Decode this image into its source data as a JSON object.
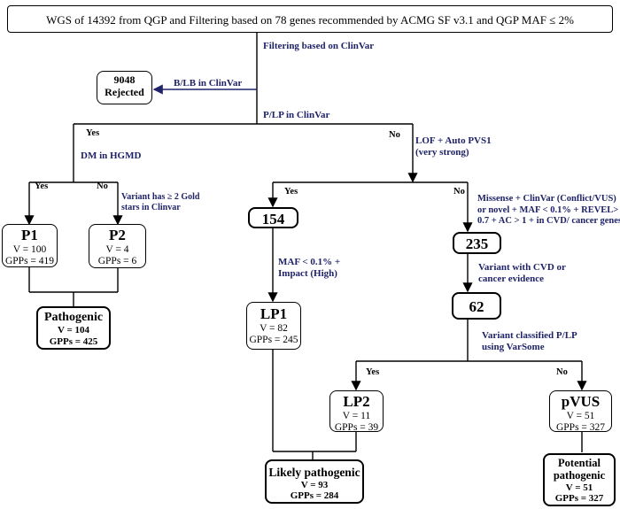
{
  "top_box": "WGS of 14392 from QGP and Filtering based on 78 genes recommended by ACMG SF v3.1 and QGP MAF ≤ 2%",
  "edges": {
    "filter_clinvar": "Filtering based on ClinVar",
    "blb": "B/LB in ClinVar",
    "plp": "P/LP in ClinVar",
    "dm_hgmd": "DM in HGMD",
    "gold_stars": [
      "Variant has ≥ 2 Gold",
      "stars in Clinvar"
    ],
    "lof": [
      "LOF + Auto PVS1",
      "(very strong)"
    ],
    "missense": [
      "Missense + ClinVar (Conflict/VUS)",
      "or novel + MAF < 0.1% + REVEL>",
      "0.7 + AC > 1 + in CVD/ cancer genes"
    ],
    "maf": [
      "MAF < 0.1% +",
      "Impact (High)"
    ],
    "cvd": [
      "Variant with CVD or",
      "cancer evidence"
    ],
    "varsome": [
      "Variant classified P/LP",
      "using VarSome"
    ]
  },
  "branch": {
    "yes": "Yes",
    "no": "No"
  },
  "nodes": {
    "rejected": {
      "count": "9048",
      "label": "Rejected"
    },
    "p1": {
      "title": "P1",
      "v": "V = 100",
      "g": "GPPs = 419"
    },
    "p2": {
      "title": "P2",
      "v": "V = 4",
      "g": "GPPs = 6"
    },
    "pathogenic": {
      "title": "Pathogenic",
      "v": "V = 104",
      "g": "GPPs = 425"
    },
    "n154": "154",
    "n235": "235",
    "n62": "62",
    "lp1": {
      "title": "LP1",
      "v": "V = 82",
      "g": "GPPs = 245"
    },
    "lp2": {
      "title": "LP2",
      "v": "V = 11",
      "g": "GPPs = 39"
    },
    "pvus": {
      "title": "pVUS",
      "v": "V = 51",
      "g": "GPPs = 327"
    },
    "likely": {
      "title": "Likely pathogenic",
      "v": "V = 93",
      "g": "GPPs = 284"
    },
    "potential": {
      "title1": "Potential",
      "title2": "pathogenic",
      "v": "V = 51",
      "g": "GPPs = 327"
    }
  }
}
